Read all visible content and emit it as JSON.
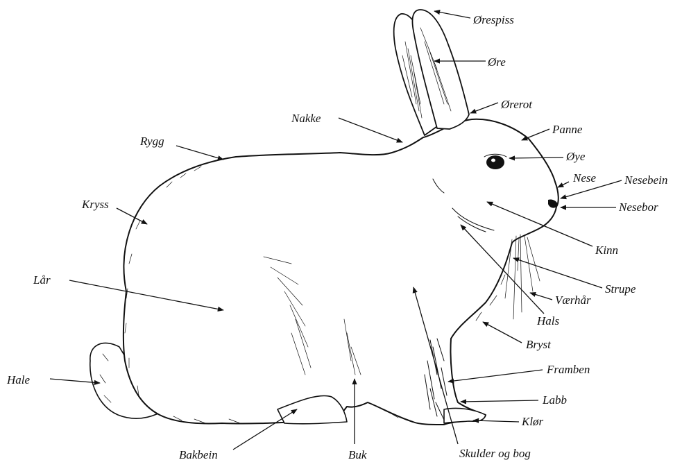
{
  "labels": {
    "orespiss": "Ørespiss",
    "ore": "Øre",
    "orerot": "Ørerot",
    "nakke": "Nakke",
    "panne": "Panne",
    "rygg": "Rygg",
    "oye": "Øye",
    "nese": "Nese",
    "nesebein": "Nesebein",
    "nesebor": "Nesebor",
    "kryss": "Kryss",
    "kinn": "Kinn",
    "lar": "Lår",
    "strupe": "Strupe",
    "varhar": "Værhår",
    "hals": "Hals",
    "bryst": "Bryst",
    "hale": "Hale",
    "framben": "Framben",
    "labb": "Labb",
    "klor": "Klør",
    "bakbein": "Bakbein",
    "buk": "Buk",
    "skulder": "Skulder og bog"
  }
}
